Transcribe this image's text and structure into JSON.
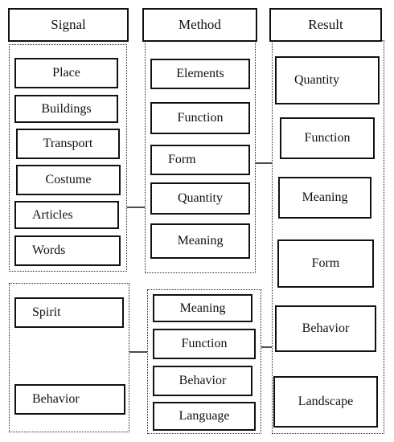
{
  "headers": {
    "signal": "Signal",
    "method": "Method",
    "result": "Result"
  },
  "signal_top": [
    "Place",
    "Buildings",
    "Transport",
    "Costume",
    "Articles",
    "Words"
  ],
  "signal_bottom": [
    "Spirit",
    "Behavior"
  ],
  "method_top": [
    "Elements",
    "Function",
    "Form",
    "Quantity",
    "Meaning"
  ],
  "method_bottom": [
    "Meaning",
    "Function",
    "Behavior",
    "Language"
  ],
  "result": [
    "Quantity",
    "Function",
    "Meaning",
    "Form",
    "Behavior",
    "Landscape"
  ]
}
